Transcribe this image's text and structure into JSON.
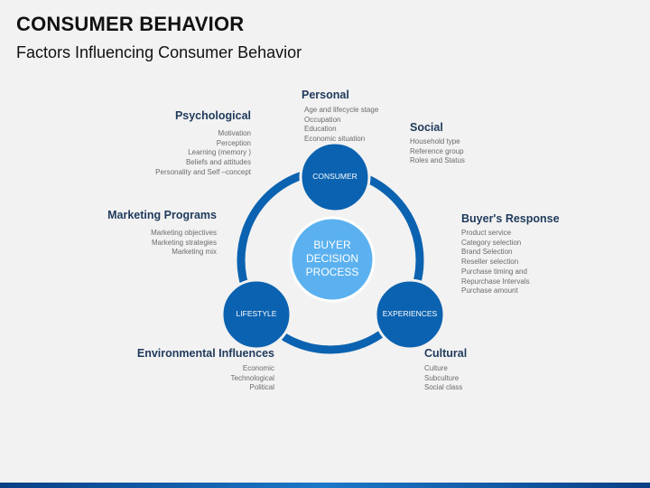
{
  "title": "CONSUMER BEHAVIOR",
  "subtitle": "Factors Influencing Consumer Behavior",
  "colors": {
    "ring": "#0b62b0",
    "node": "#0b62b0",
    "center": "#5bb1ef",
    "heading": "#1f3a5c",
    "item_text": "#6b6b6b",
    "background": "#f2f2f2"
  },
  "diagram": {
    "center": "BUYER DECISION PROCESS",
    "center_lines": [
      "BUYER",
      "DECISION",
      "PROCESS"
    ],
    "nodes": {
      "consumer": "CONSUMER",
      "lifestyle": "LIFESTYLE",
      "experiences": "EXPERIENCES"
    }
  },
  "groups": {
    "personal": {
      "heading": "Personal",
      "items": [
        "Age and lifecycle stage",
        "Occupation",
        "Education",
        "Economic situation"
      ]
    },
    "psychological": {
      "heading": "Psychological",
      "items": [
        "Motivation",
        "Perception",
        "Learning (memory )",
        "Beliefs and attitudes",
        "Personality and Self –concept"
      ]
    },
    "social": {
      "heading": "Social",
      "items": [
        "Household type",
        "Reference group",
        "Roles and Status"
      ]
    },
    "marketing": {
      "heading": "Marketing  Programs",
      "items": [
        "Marketing objectives",
        "Marketing  strategies",
        "Marketing mix"
      ]
    },
    "buyers_response": {
      "heading": "Buyer's Response",
      "items": [
        "Product service",
        "Category selection",
        "Brand Selection",
        "Reseller selection",
        "Purchase timing and",
        "Repurchase Intervals",
        "Purchase amount"
      ]
    },
    "environmental": {
      "heading": "Environmental Influences",
      "items": [
        "Economic",
        "Technological",
        "Political"
      ]
    },
    "cultural": {
      "heading": "Cultural",
      "items": [
        "Culture",
        "Subculture",
        "Social class"
      ]
    }
  }
}
